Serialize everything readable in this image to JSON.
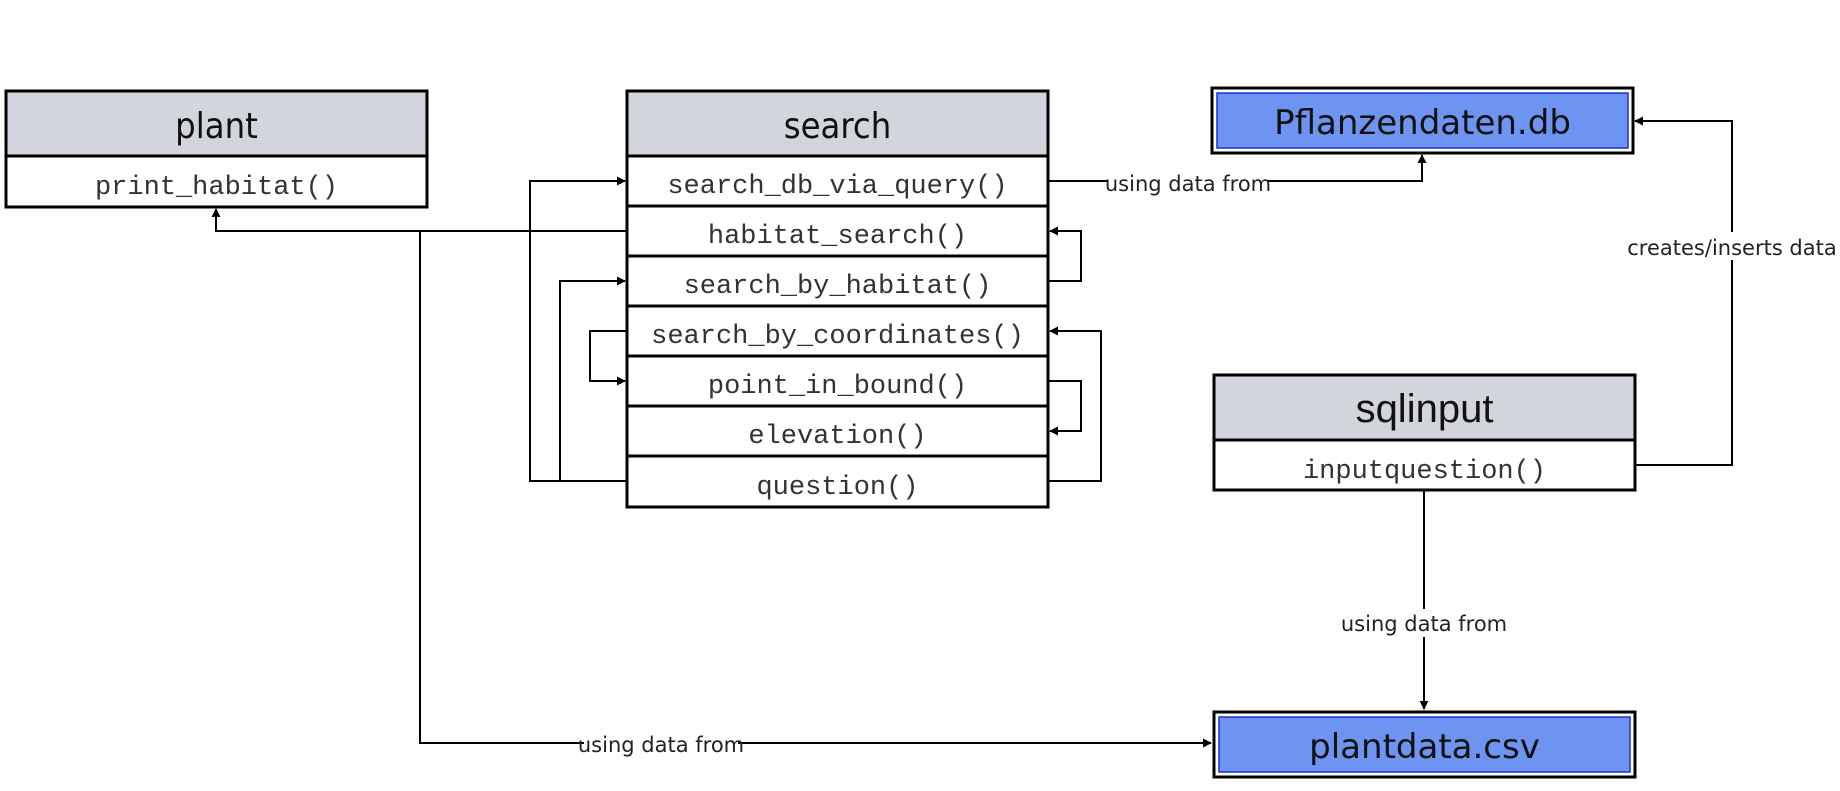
{
  "colors": {
    "header_fill": "#d3d5dc",
    "datastore_fill": "#6e94f2",
    "datastore_border": "#1c2fd6",
    "line": "#000000"
  },
  "classes": {
    "plant": {
      "name": "plant",
      "methods": [
        "print_habitat()"
      ]
    },
    "search": {
      "name": "search",
      "methods": [
        "search_db_via_query()",
        "habitat_search()",
        "search_by_habitat()",
        "search_by_coordinates()",
        "point_in_bound()",
        "elevation()",
        "question()"
      ]
    },
    "sqlinput": {
      "name": "sqlinput",
      "methods": [
        "inputquestion()"
      ]
    }
  },
  "datastores": {
    "db": "Pflanzendaten.db",
    "csv": "plantdata.csv"
  },
  "edge_labels": {
    "query_to_db": "using data from",
    "sqlinput_to_db": "creates/inserts data",
    "sqlinput_to_csv": "using data from",
    "plant_to_csv": "using data from"
  }
}
